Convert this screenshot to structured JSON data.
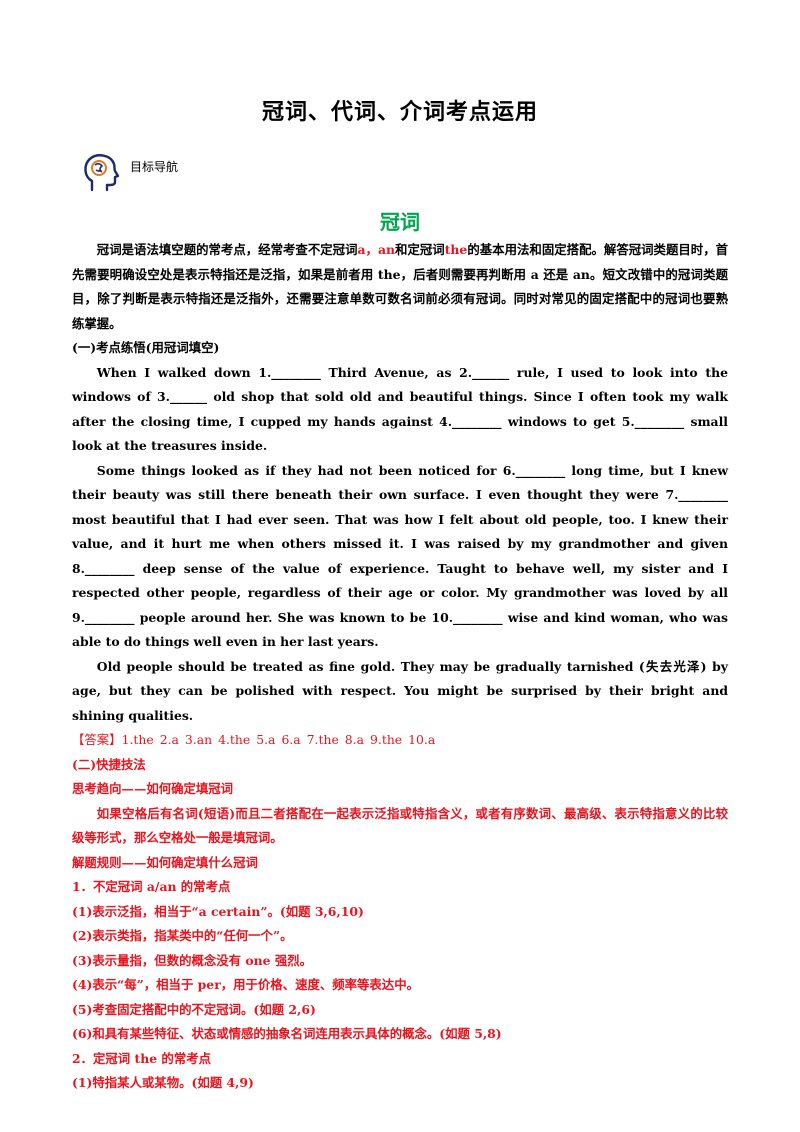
{
  "title": "冠词、代词、介词考点运用",
  "nav_label": "目标导航",
  "section_title": "冠词",
  "intro": {
    "p1": "冠词是语法填空题的常考点，经常考查不定冠词",
    "a_an": "a，an",
    "p2": "和定冠词",
    "the": "the",
    "p3": "的基本用法和固定搭配。解答冠词类题目时，首先需要明确设空处是表示特指还是泛指，如果是前者用 the，后者则需要再判断用 a 还是 an。短文改错中的冠词类题目，除了判断是表示特指还是泛指外，还需要注意单数可数名词前必须有冠词。同时对常见的固定搭配中的冠词也要熟练掌握。"
  },
  "part1_heading": "(一)考点练悟(用冠词填空)",
  "passage": [
    "When I walked down 1.________ Third Avenue, as 2.______ rule, I used to look into the windows of 3.______ old shop that sold old and beautiful things. Since I often took my walk after the closing time, I cupped my hands against 4.________ windows to get 5.________ small look at the treasures inside.",
    "Some things looked as if they had not been noticed for 6.________ long time, but I knew their beauty was still there beneath their own surface. I even thought they were 7.________ most beautiful that I had ever seen. That was how I felt about old people, too. I knew their value, and it hurt me when others missed it. I was raised by my grandmother and given 8.________ deep sense of the value of experience. Taught to behave well, my sister and I respected other people, regardless of their age or color. My grandmother was loved by all 9.________ people around her. She was known to be 10.________ wise and kind woman, who was able to do things well even in her last years.",
    "Old people should be treated as fine gold. They may be gradually tarnished (失去光泽) by age, but they can be polished with respect. You might be surprised by their bright and shining qualities."
  ],
  "answer_label": "【答案】",
  "answers": [
    "1.the",
    "2.a",
    "3.an",
    "4.the",
    "5.a",
    "6.a",
    "7.the",
    "8.a",
    "9.the",
    "10.a"
  ],
  "part2_heading": "(二)快捷技法",
  "think_heading": "思考趋向——如何确定填冠词",
  "think_text": "如果空格后有名词(短语)而且二者搭配在一起表示泛指或特指含义，或者有序数词、最高级、表示特指意义的比较级等形式，那么空格处一般是填冠词。",
  "rule_heading": "解题规则——如何确定填什么冠词",
  "rules_a_heading": "1．不定冠词 a/an 的常考点",
  "rules_a": [
    "(1)表示泛指，相当于“a certain”。(如题 3,6,10)",
    "(2)表示类指，指某类中的“任何一个”。",
    "(3)表示量指，但数的概念没有 one 强烈。",
    "(4)表示“每”，相当于 per，用于价格、速度、频率等表达中。",
    "(5)考查固定搭配中的不定冠词。(如题 2,6)",
    "(6)和具有某些特征、状态或情感的抽象名词连用表示具体的概念。(如题 5,8)"
  ],
  "rules_b_heading": "2．定冠词 the 的常考点",
  "rules_b": [
    "(1)特指某人或某物。(如题 4,9)"
  ],
  "colors": {
    "red": "#e8141e",
    "green": "#00a550",
    "icon": "#1e2a6e",
    "icon_accent": "#e07a1f"
  },
  "icon": "head-brain-icon"
}
